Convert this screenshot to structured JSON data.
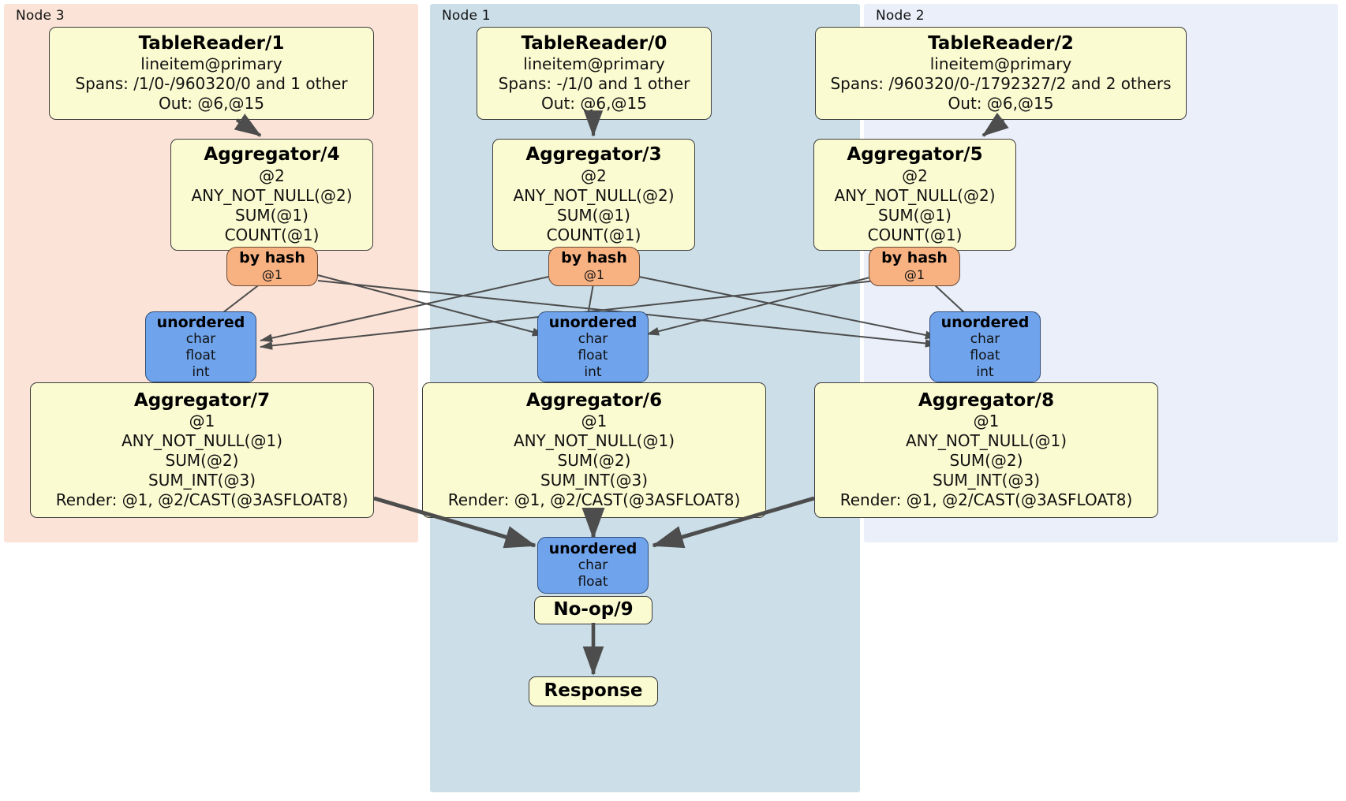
{
  "diagram": {
    "type": "distributed-query-plan",
    "colors": {
      "node3_panel": "#fbe3d7",
      "node1_panel": "#ccdfe9",
      "node2_panel": "#eaeffa",
      "processor_box": "#fbfbd2",
      "router_box": "#f8b282",
      "synchronizer_box": "#6fa3ec",
      "edge": "#4d4d4d",
      "border": "#3c3c3c"
    }
  },
  "panels": [
    {
      "id": "node3",
      "label": "Node 3"
    },
    {
      "id": "node1",
      "label": "Node 1"
    },
    {
      "id": "node2",
      "label": "Node 2"
    }
  ],
  "nodes": {
    "tablereader_1": {
      "title": "TableReader/1",
      "lines": [
        "lineitem@primary",
        "Spans: /1/0-/960320/0 and 1 other",
        "Out: @6,@15"
      ]
    },
    "tablereader_0": {
      "title": "TableReader/0",
      "lines": [
        "lineitem@primary",
        "Spans: -/1/0 and 1 other",
        "Out: @6,@15"
      ]
    },
    "tablereader_2": {
      "title": "TableReader/2",
      "lines": [
        "lineitem@primary",
        "Spans: /960320/0-/1792327/2 and 2 others",
        "Out: @6,@15"
      ]
    },
    "aggregator_4": {
      "title": "Aggregator/4",
      "lines": [
        "@2",
        "ANY_NOT_NULL(@2)",
        "SUM(@1)",
        "COUNT(@1)"
      ]
    },
    "aggregator_3": {
      "title": "Aggregator/3",
      "lines": [
        "@2",
        "ANY_NOT_NULL(@2)",
        "SUM(@1)",
        "COUNT(@1)"
      ]
    },
    "aggregator_5": {
      "title": "Aggregator/5",
      "lines": [
        "@2",
        "ANY_NOT_NULL(@2)",
        "SUM(@1)",
        "COUNT(@1)"
      ]
    },
    "byhash_left": {
      "title": "by hash",
      "lines": [
        "@1"
      ]
    },
    "byhash_center": {
      "title": "by hash",
      "lines": [
        "@1"
      ]
    },
    "byhash_right": {
      "title": "by hash",
      "lines": [
        "@1"
      ]
    },
    "unordered_left": {
      "title": "unordered",
      "lines": [
        "char",
        "float",
        "int"
      ]
    },
    "unordered_center": {
      "title": "unordered",
      "lines": [
        "char",
        "float",
        "int"
      ]
    },
    "unordered_right": {
      "title": "unordered",
      "lines": [
        "char",
        "float",
        "int"
      ]
    },
    "aggregator_7": {
      "title": "Aggregator/7",
      "lines": [
        "@1",
        "ANY_NOT_NULL(@1)",
        "SUM(@2)",
        "SUM_INT(@3)",
        "Render: @1, @2/CAST(@3ASFLOAT8)"
      ]
    },
    "aggregator_6": {
      "title": "Aggregator/6",
      "lines": [
        "@1",
        "ANY_NOT_NULL(@1)",
        "SUM(@2)",
        "SUM_INT(@3)",
        "Render: @1, @2/CAST(@3ASFLOAT8)"
      ]
    },
    "aggregator_8": {
      "title": "Aggregator/8",
      "lines": [
        "@1",
        "ANY_NOT_NULL(@1)",
        "SUM(@2)",
        "SUM_INT(@3)",
        "Render: @1, @2/CAST(@3ASFLOAT8)"
      ]
    },
    "unordered_final": {
      "title": "unordered",
      "lines": [
        "char",
        "float"
      ]
    },
    "noop_9": {
      "title": "No-op/9"
    },
    "response": {
      "title": "Response"
    }
  }
}
